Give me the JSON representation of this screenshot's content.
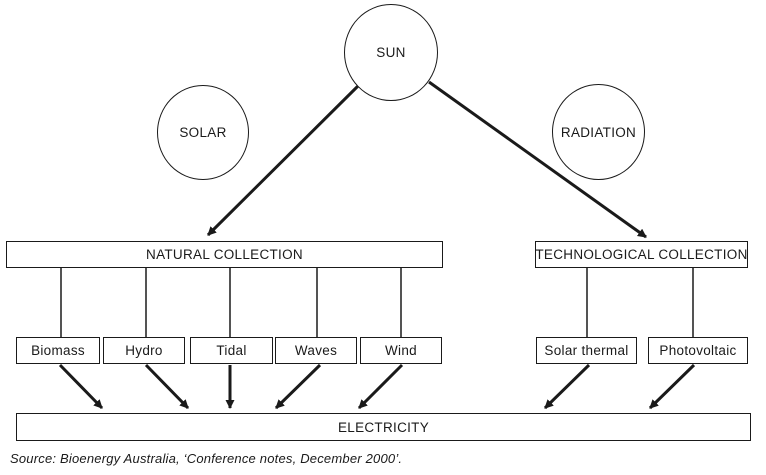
{
  "page": {
    "background_color": "#ffffff",
    "line_color": "#1a1a1a"
  },
  "diagram": {
    "sun_label": "SUN",
    "solar_label": "SOLAR",
    "radiation_label": "RADIATION",
    "natural_collection_label": "NATURAL COLLECTION",
    "technological_collection_label": "TECHNOLOGICAL COLLECTION",
    "natural_sources": [
      "Biomass",
      "Hydro",
      "Tidal",
      "Waves",
      "Wind"
    ],
    "technological_sources": [
      "Solar thermal",
      "Photovoltaic"
    ],
    "electricity_label": "ELECTRICITY",
    "edges": [
      {
        "from": "SUN",
        "to": "NATURAL COLLECTION",
        "style": "arrow"
      },
      {
        "from": "SUN",
        "to": "TECHNOLOGICAL COLLECTION",
        "style": "arrow"
      },
      {
        "from": "NATURAL COLLECTION",
        "to": "Biomass",
        "style": "line"
      },
      {
        "from": "NATURAL COLLECTION",
        "to": "Hydro",
        "style": "line"
      },
      {
        "from": "NATURAL COLLECTION",
        "to": "Tidal",
        "style": "line"
      },
      {
        "from": "NATURAL COLLECTION",
        "to": "Waves",
        "style": "line"
      },
      {
        "from": "NATURAL COLLECTION",
        "to": "Wind",
        "style": "line"
      },
      {
        "from": "TECHNOLOGICAL COLLECTION",
        "to": "Solar thermal",
        "style": "line"
      },
      {
        "from": "TECHNOLOGICAL COLLECTION",
        "to": "Photovoltaic",
        "style": "line"
      },
      {
        "from": "Biomass",
        "to": "ELECTRICITY",
        "style": "arrow"
      },
      {
        "from": "Hydro",
        "to": "ELECTRICITY",
        "style": "arrow"
      },
      {
        "from": "Tidal",
        "to": "ELECTRICITY",
        "style": "arrow"
      },
      {
        "from": "Waves",
        "to": "ELECTRICITY",
        "style": "arrow"
      },
      {
        "from": "Wind",
        "to": "ELECTRICITY",
        "style": "arrow"
      },
      {
        "from": "Solar thermal",
        "to": "ELECTRICITY",
        "style": "arrow"
      },
      {
        "from": "Photovoltaic",
        "to": "ELECTRICITY",
        "style": "arrow"
      }
    ]
  },
  "source_note": "Source: Bioenergy Australia, ‘Conference notes, December 2000’."
}
